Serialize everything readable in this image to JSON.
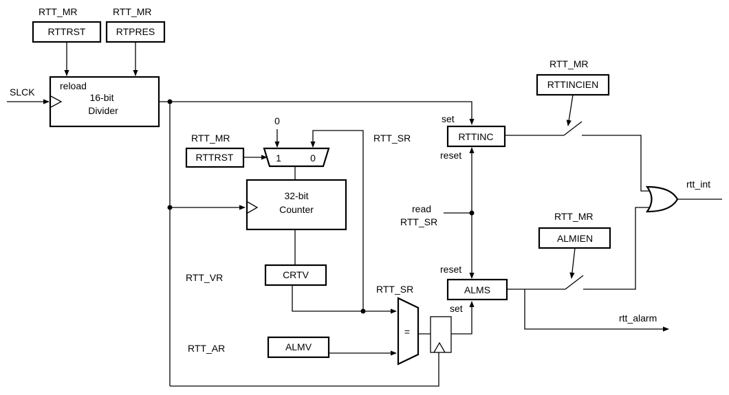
{
  "register_labels": {
    "rttrst_top": "RTT_MR",
    "rtpres_top": "RTT_MR",
    "rttincien_top": "RTT_MR",
    "rttrst_mux": "RTT_MR",
    "rtt_sr_top": "RTT_SR",
    "rtt_sr_bottom": "RTT_SR",
    "almien_top": "RTT_MR",
    "rtt_vr": "RTT_VR",
    "rtt_ar": "RTT_AR"
  },
  "fields": {
    "rttrst_top": "RTTRST",
    "rtpres": "RTPRES",
    "rttincien": "RTTINCIEN",
    "rttrst_mux": "RTTRST",
    "rttinc": "RTTINC",
    "almien": "ALMIEN",
    "alms": "ALMS",
    "crtv": "CRTV",
    "almv": "ALMV"
  },
  "divider": {
    "reload": "reload",
    "line1": "16-bit",
    "line2": "Divider"
  },
  "counter": {
    "line1": "32-bit",
    "line2": "Counter"
  },
  "mux": {
    "in1": "1",
    "in0": "0",
    "const": "0"
  },
  "comparator": {
    "symbol": "="
  },
  "signals": {
    "slck": "SLCK",
    "set_rttinc": "set",
    "reset_rttinc": "reset",
    "read": "read",
    "read_reg": "RTT_SR",
    "reset_alms": "reset",
    "set_alms": "set",
    "rtt_int": "rtt_int",
    "rtt_alarm": "rtt_alarm"
  }
}
